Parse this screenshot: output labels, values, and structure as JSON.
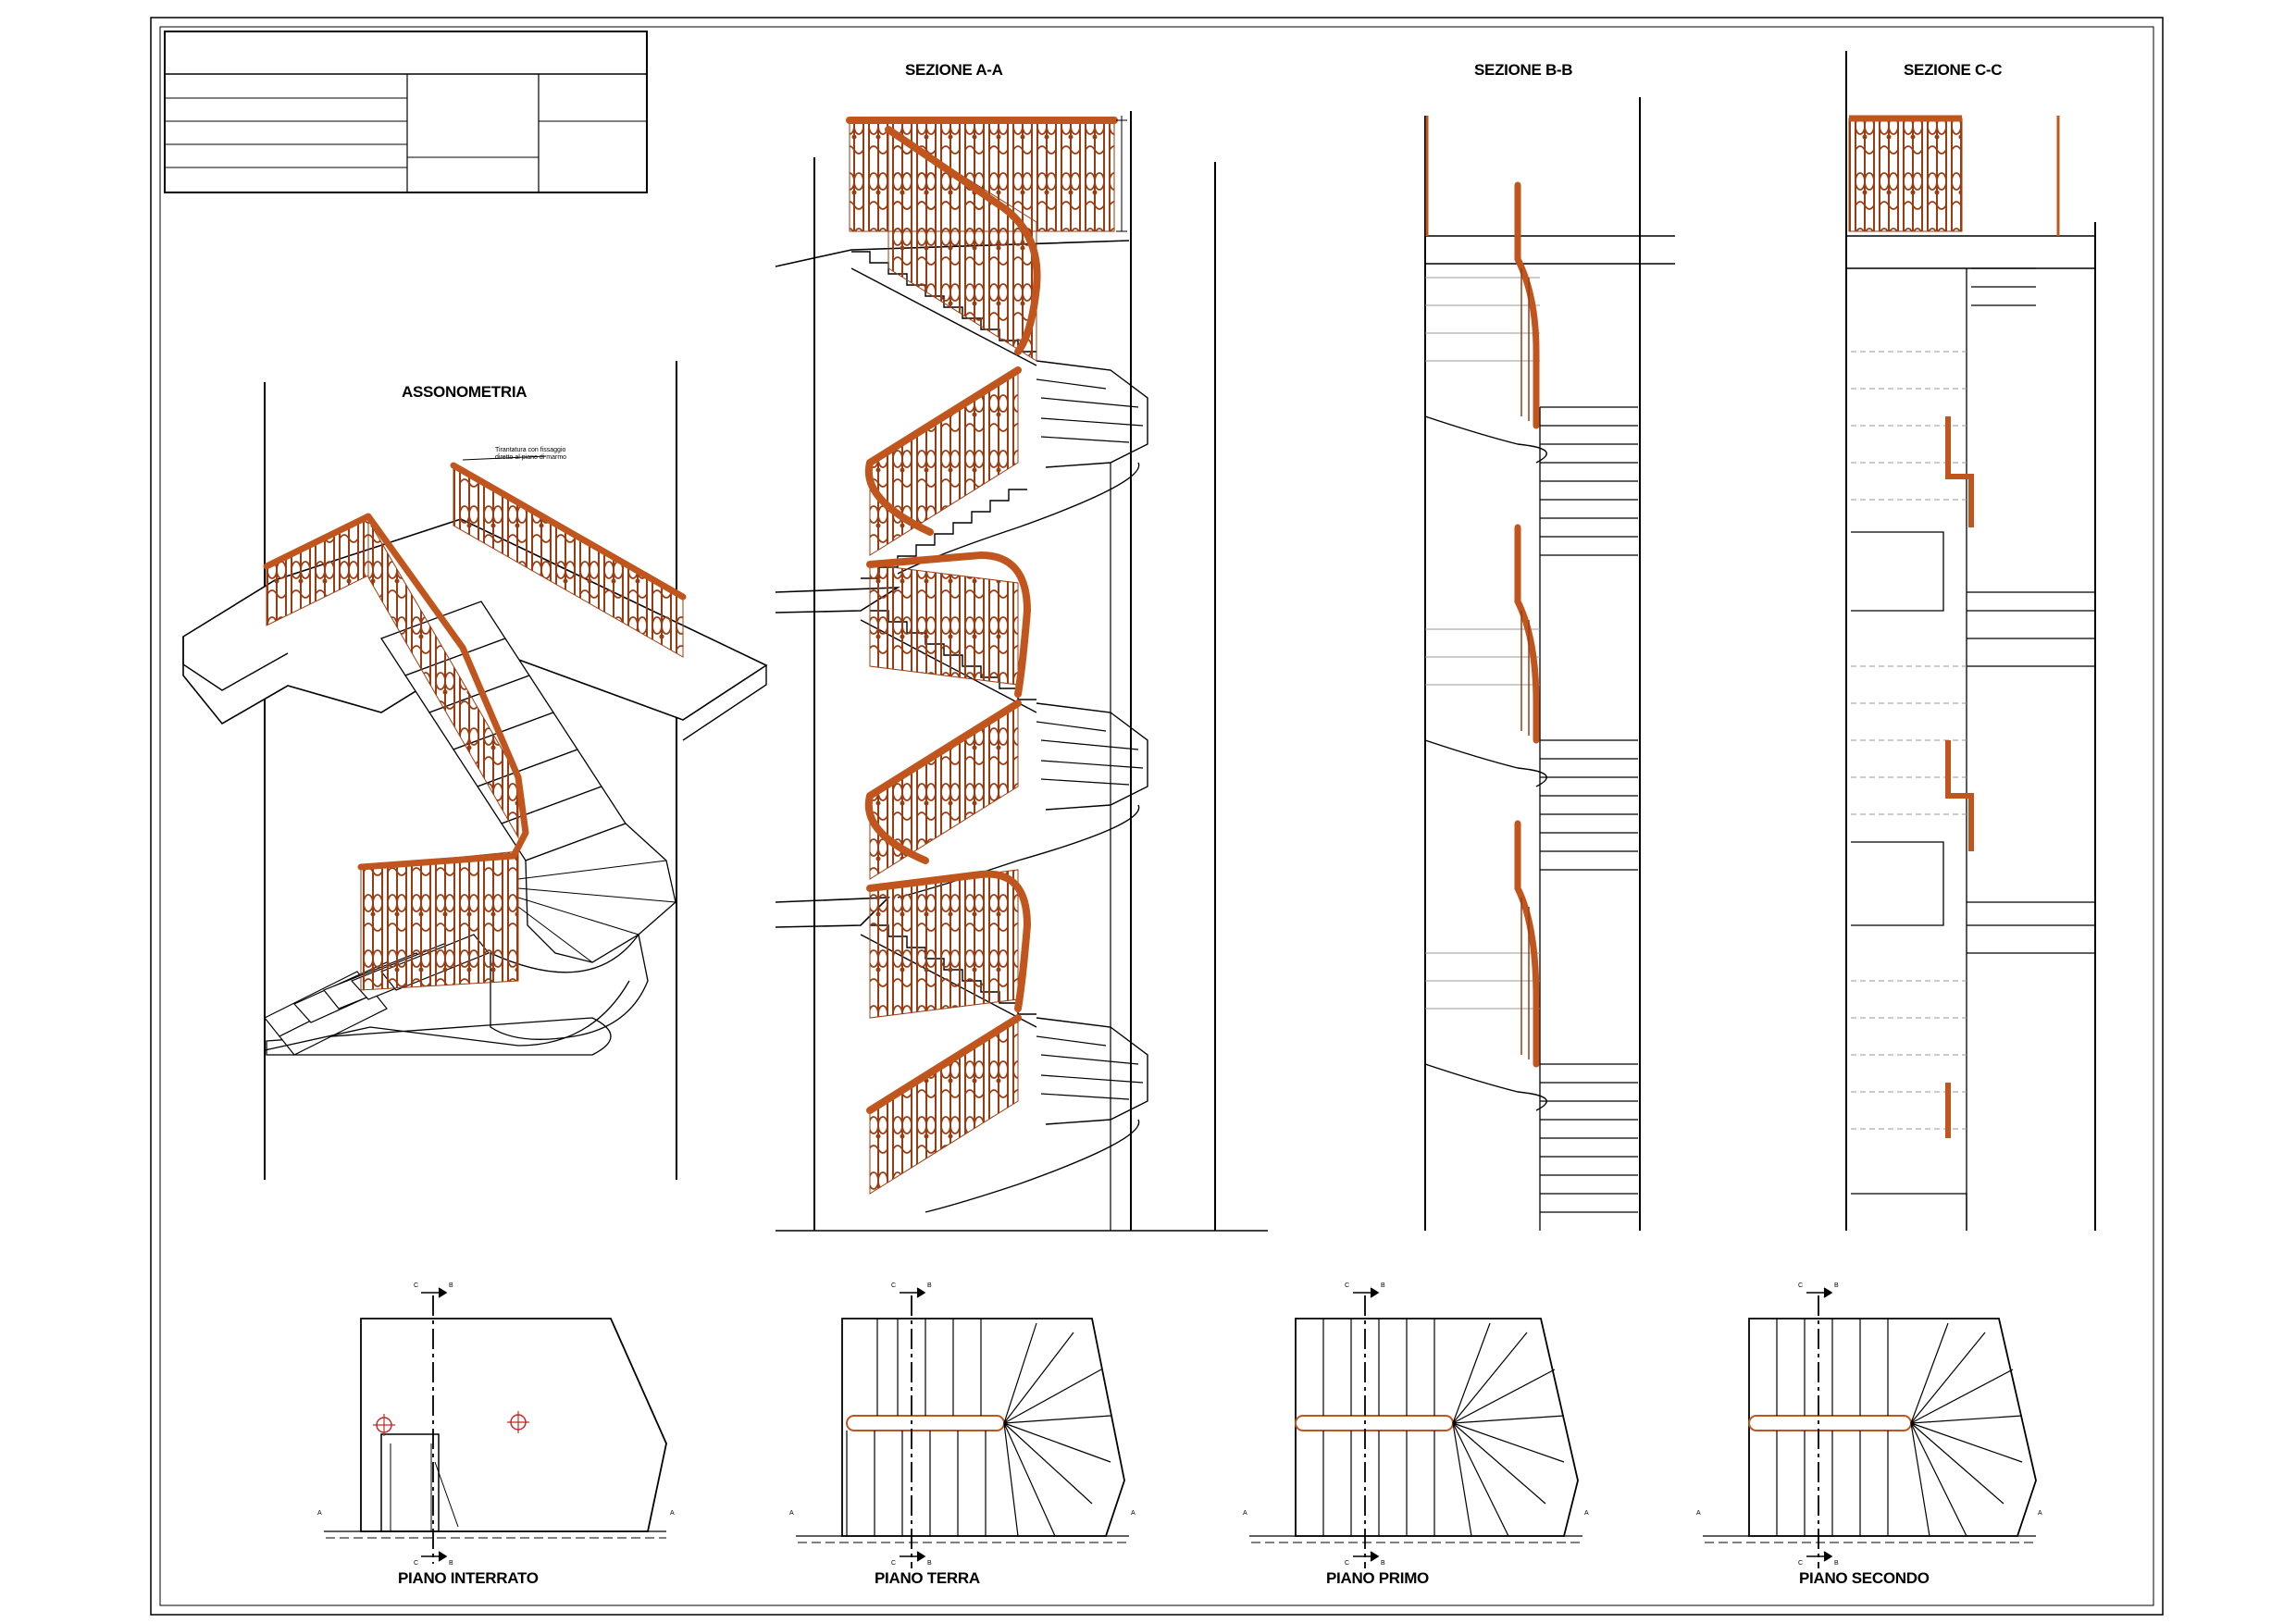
{
  "colors": {
    "ink": "#000000",
    "rail": "#c0561d",
    "iron": "#9a3c12",
    "hatch": "#9a9a9a",
    "mark": "#c62828"
  },
  "title_block": {
    "rows": 5
  },
  "views": {
    "axonometry": {
      "label": "ASSONOMETRIA",
      "note_line1": "Tirantatura con fissaggio",
      "note_line2": "diretto al piano di marmo"
    },
    "section_aa": {
      "label": "SEZIONE A-A"
    },
    "section_bb": {
      "label": "SEZIONE B-B"
    },
    "section_cc": {
      "label": "SEZIONE C-C"
    }
  },
  "plans": [
    {
      "label": "PIANO INTERRATO"
    },
    {
      "label": "PIANO TERRA"
    },
    {
      "label": "PIANO PRIMO"
    },
    {
      "label": "PIANO SECONDO"
    }
  ],
  "section_marks": {
    "b": "B",
    "c": "C",
    "a": "A"
  }
}
